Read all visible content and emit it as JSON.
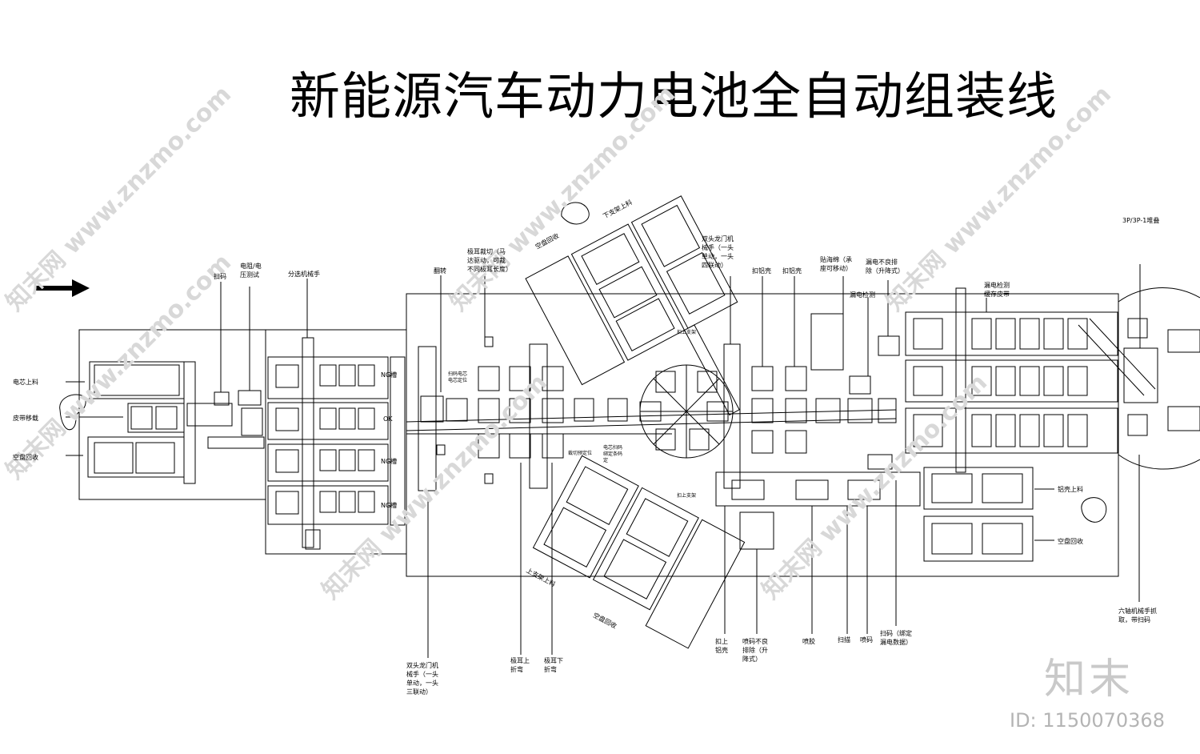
{
  "title": "新能源汽车动力电池全自动组装线",
  "watermark": "知末网 www.znzmo.com",
  "brand_logo": "知末",
  "image_id": "ID: 1150070368",
  "labels": {
    "cell_load": "电芯上料",
    "belt_transfer": "皮带移载",
    "empty_tray_return_left": "空盘回收",
    "scan_code": "扫码",
    "resistance_test": "电阻/电\n压测试",
    "sorting_robot": "分选机械手",
    "ng1": "NG槽",
    "ok": "OK",
    "ng2": "NG槽",
    "ng3": "NG槽",
    "flip": "翻转",
    "tab_cut": "极耳裁切（马\n达驱动，可裁\n不同极耳长度）",
    "empty_tray_top": "空盘回收",
    "lower_bracket_load": "下支架上料",
    "dual_gantry_right": "双头龙门机\n械手（一头\n单动，一头\n四联动）",
    "cover_al_1": "扣铝壳",
    "cover_al_2": "扣铝壳",
    "foam_paste": "贴海绵（承\n座可移动）",
    "leak_ng": "漏电不良排\n除（升降式）",
    "leak_test": "漏电检测",
    "leak_buffer": "漏电检测\n缓存皮带",
    "stack_3p": "3P/3P-1堆叠",
    "scan_cell": "扫码电芯\n电芯定位",
    "cut_pre": "裁切预定位",
    "cell_scan_bind": "电芯扫码\n绑定条码\n定",
    "buckle_bracket_top": "扣上支架",
    "buckle_bracket_mid": "扣上支架",
    "upper_bracket_load": "上支架上料",
    "empty_tray_bottom": "空盘回收",
    "al_shell_load": "铝壳上料",
    "empty_tray_right": "空盘回收",
    "six_axis_robot": "六轴机械手抓\n取，带扫码",
    "dual_gantry_left": "双头龙门机\n械手（一头\n单动，一头\n三联动）",
    "tab_up_bend": "极耳上\n折弯",
    "tab_down_bend": "极耳下\n折弯",
    "cover_al_shell": "扣上\n铝壳",
    "spray_ng": "喷码不良\n排除（升\n降式）",
    "glue": "喷胶",
    "scan_strap": "扫描",
    "spray_code": "喷码",
    "scan_bind_leak": "扫码（绑定\n漏电数据）"
  },
  "colors": {
    "line": "#000000",
    "watermark": "#d8d8d8"
  }
}
